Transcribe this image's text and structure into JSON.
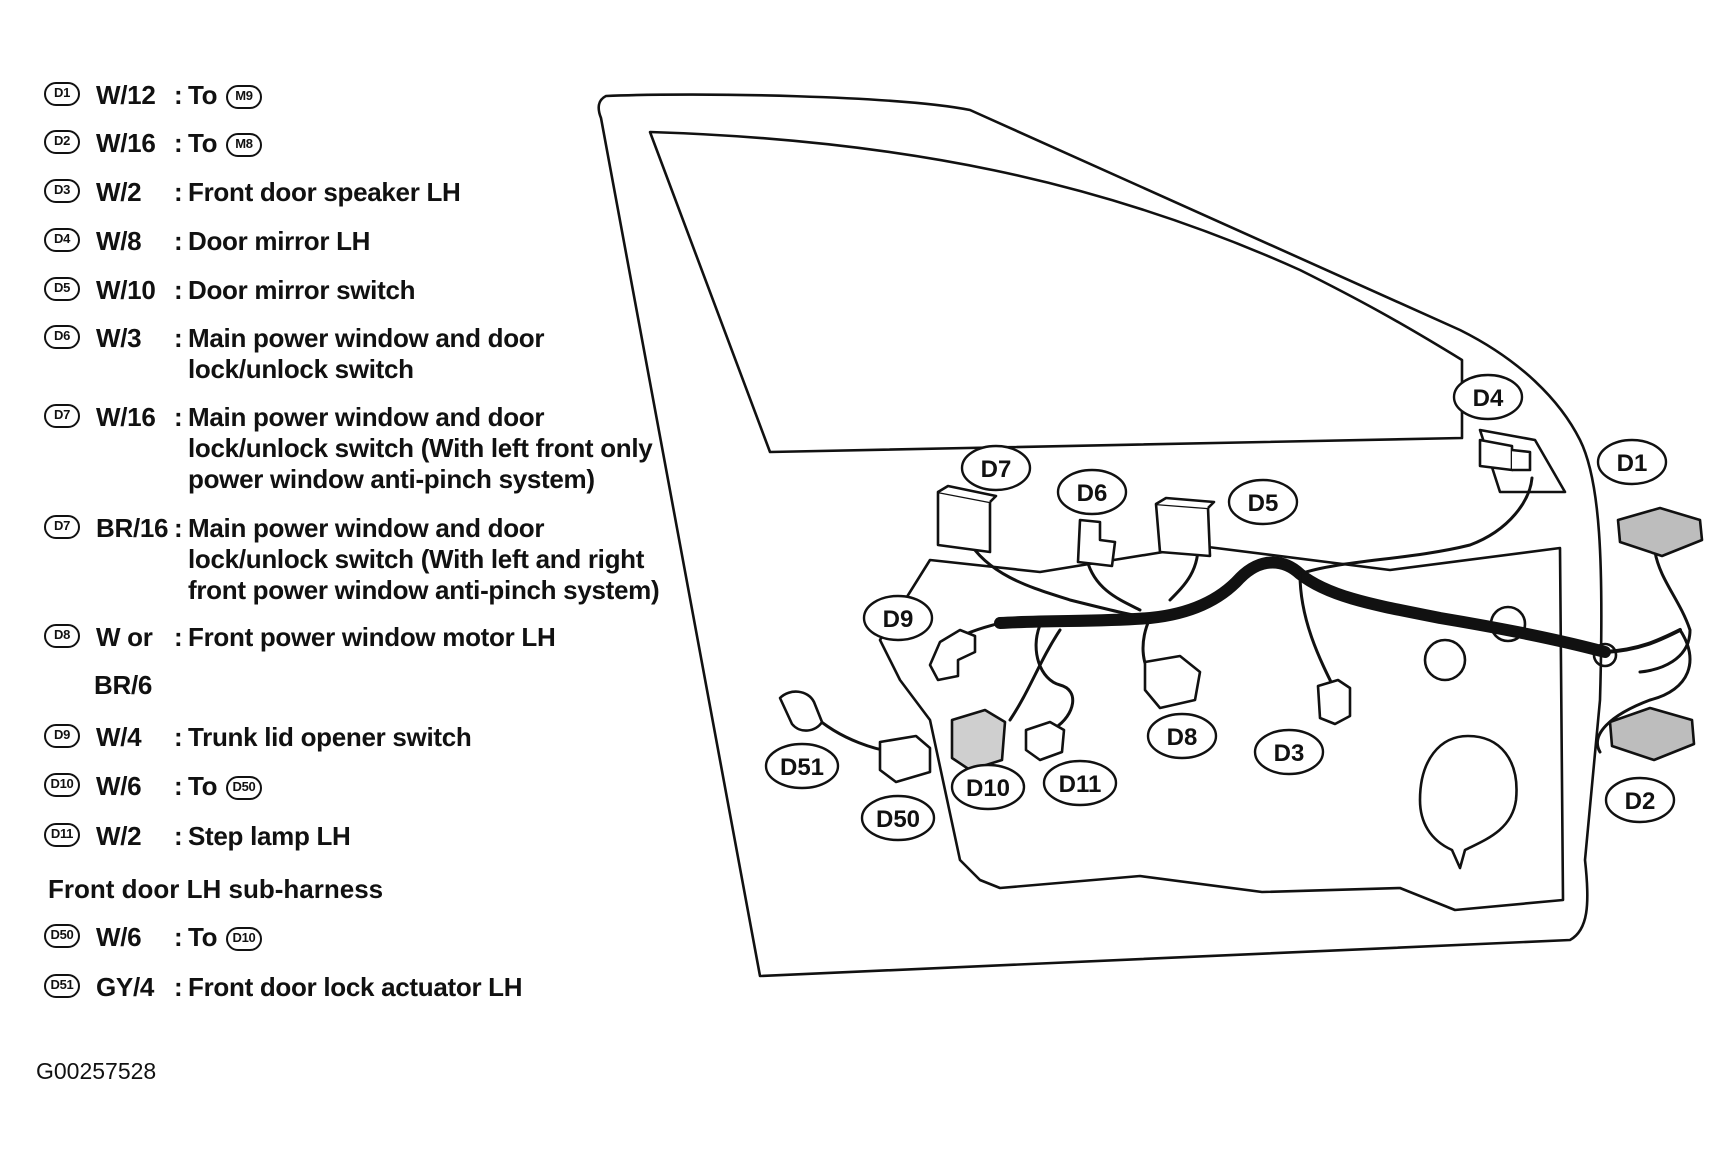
{
  "legend": [
    {
      "code": "D1",
      "wire": "W/12",
      "colon": ":",
      "desc": [
        "To"
      ],
      "ref": "M9"
    },
    {
      "code": "D2",
      "wire": "W/16",
      "colon": ":",
      "desc": [
        "To"
      ],
      "ref": "M8"
    },
    {
      "code": "D3",
      "wire": "W/2",
      "colon": ":",
      "desc": [
        "Front door speaker LH"
      ]
    },
    {
      "code": "D4",
      "wire": "W/8",
      "colon": ":",
      "desc": [
        "Door mirror LH"
      ]
    },
    {
      "code": "D5",
      "wire": "W/10",
      "colon": ":",
      "desc": [
        "Door mirror switch"
      ]
    },
    {
      "code": "D6",
      "wire": "W/3",
      "colon": ":",
      "desc": [
        "Main power window and door",
        "lock/unlock switch"
      ]
    },
    {
      "code": "D7",
      "wire": "W/16",
      "colon": ":",
      "desc": [
        "Main power window and door",
        "lock/unlock switch (With left front only",
        "power window anti-pinch system)"
      ]
    },
    {
      "code": "D7",
      "wire": "BR/16",
      "colon": ":",
      "desc": [
        "Main power window and door",
        "lock/unlock switch (With left and right",
        "front power window anti-pinch system)"
      ]
    },
    {
      "code": "D8",
      "wire": "W or",
      "wire2": "BR/6",
      "colon": ":",
      "desc": [
        "Front power window motor LH"
      ]
    },
    {
      "code": "D9",
      "wire": "W/4",
      "colon": ":",
      "desc": [
        "Trunk lid opener switch"
      ]
    },
    {
      "code": "D10",
      "wire": "W/6",
      "colon": ":",
      "desc": [
        "To"
      ],
      "ref": "D50"
    },
    {
      "code": "D11",
      "wire": "W/2",
      "colon": ":",
      "desc": [
        "Step lamp LH"
      ]
    }
  ],
  "subheading": "Front door LH sub-harness",
  "sublegend": [
    {
      "code": "D50",
      "wire": "W/6",
      "colon": ":",
      "desc": [
        "To"
      ],
      "ref": "D10"
    },
    {
      "code": "D51",
      "wire": "GY/4",
      "colon": ":",
      "desc": [
        "Front door lock actuator LH"
      ]
    }
  ],
  "figure_id": "G00257528",
  "callouts": [
    "D1",
    "D2",
    "D3",
    "D4",
    "D5",
    "D6",
    "D7",
    "D8",
    "D9",
    "D10",
    "D11",
    "D50",
    "D51"
  ]
}
